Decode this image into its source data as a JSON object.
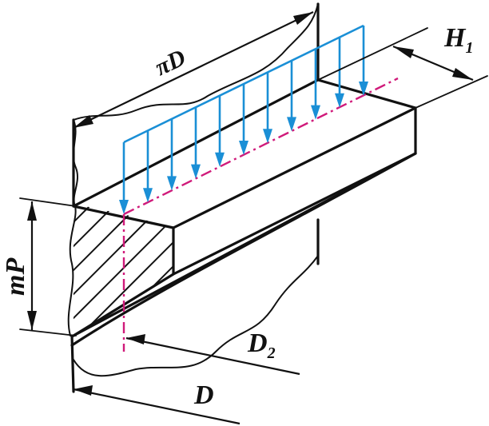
{
  "colors": {
    "outline": "#111111",
    "load_arrows": "#1a8fd6",
    "center_line": "#d01a7a"
  },
  "labels": {
    "pi_symbol": "π",
    "circumference_var": "D",
    "width_main": "H",
    "width_sub": "1",
    "height_label": "mP",
    "inner_diameter_main": "D",
    "inner_diameter_sub": "2",
    "outer_diameter": "D"
  },
  "load_arrow_count": 11
}
